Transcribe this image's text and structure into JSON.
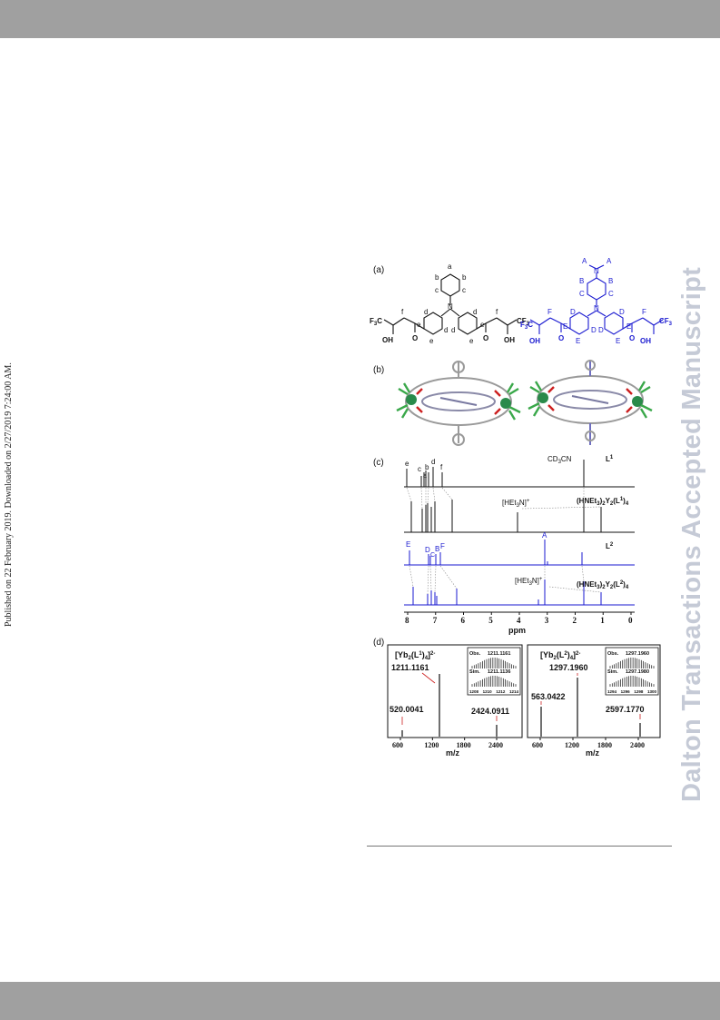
{
  "side": {
    "published_line": "Published on 22 February 2019. Downloaded on 2/27/2019 7:24:00 AM.",
    "watermark": "Dalton Transactions Accepted Manuscript"
  },
  "colors": {
    "blue": "#1a1ad0",
    "black": "#111111",
    "bar": "#a0a0a0",
    "watermark": "#c5cad6",
    "green": "#3aa84a",
    "red": "#cc1f1f"
  },
  "figure": {
    "panel_a": {
      "label": "(a)",
      "left_labels": {
        "a": "a",
        "b": "b",
        "c": "c",
        "d": "d",
        "e": "e",
        "f": "f",
        "cf3": "CF",
        "cf3_sub": "3",
        "f3c": "F",
        "f3c_sub": "3",
        "f3c_c": "C",
        "oh": "OH",
        "o": "O",
        "n": "N"
      },
      "right_labels": {
        "A": "A",
        "B": "B",
        "C": "C",
        "D": "D",
        "E": "E",
        "F": "F",
        "cf3": "CF",
        "cf3_sub": "3",
        "f3c": "F",
        "f3c_sub": "3",
        "f3c_c": "C",
        "oh": "OH",
        "o": "O",
        "n": "N"
      }
    },
    "panel_b": {
      "label": "(b)"
    },
    "panel_c": {
      "label": "(c)",
      "solvent": "CD",
      "solvent_sub": "3",
      "solvent_rest": "CN",
      "L1": "L",
      "L1_sup": "1",
      "L2": "L",
      "L2_sup": "2",
      "complex1": "(HNEt",
      "complex1_sub": "3",
      "complex1_mid": ")",
      "complex1_sub2": "2",
      "complex1_y": "Y",
      "complex1_sub3": "2",
      "complex1_l": "(L",
      "complex1_sup": "1",
      "complex1_end": ")",
      "complex1_sub4": "4",
      "complex2_sup": "2",
      "het3n": "[HEt",
      "het3n_sub": "3",
      "het3n_end": "N]",
      "het3n_sup": "+",
      "peaks_top": [
        "e",
        "c",
        "a",
        "b",
        "d",
        "f"
      ],
      "peaks_blue": [
        "E",
        "D",
        "C",
        "B",
        "F",
        "A"
      ],
      "x_ticks": [
        "8",
        "7",
        "6",
        "5",
        "4",
        "3",
        "2",
        "1",
        "0"
      ],
      "x_label": "ppm"
    },
    "panel_d": {
      "label": "(d)",
      "left": {
        "ion": "[Yb",
        "ion_sub": "2",
        "ion_l": "(L",
        "ion_sup": "1",
        "ion_end": ")",
        "ion_sub2": "4",
        "ion_charge": "]",
        "ion_charge_sup": "2-",
        "main_peak": "1211.1161",
        "low_peak": "520.0041",
        "high_peak": "2424.0911",
        "obs": "Obs.",
        "obs_value": "1211.1161",
        "sim": "Sim.",
        "sim_value": "1211.1136",
        "inset_ticks": [
          "1208",
          "1210",
          "1212",
          "1214"
        ],
        "x_ticks": [
          "600",
          "1200",
          "1800",
          "2400"
        ],
        "x_label": "m/z"
      },
      "right": {
        "ion": "[Yb",
        "ion_sub": "2",
        "ion_l": "(L",
        "ion_sup": "2",
        "ion_end": ")",
        "ion_sub2": "4",
        "ion_charge": "]",
        "ion_charge_sup": "2-",
        "main_peak": "1297.1960",
        "low_peak": "563.0422",
        "high_peak": "2597.1770",
        "obs": "Obs.",
        "obs_value": "1297.1960",
        "sim": "Sim.",
        "sim_value": "1297.1980",
        "inset_ticks": [
          "1294",
          "1296",
          "1298",
          "1300"
        ],
        "x_ticks": [
          "600",
          "1200",
          "1800",
          "2400"
        ],
        "x_label": "m/z"
      }
    }
  }
}
